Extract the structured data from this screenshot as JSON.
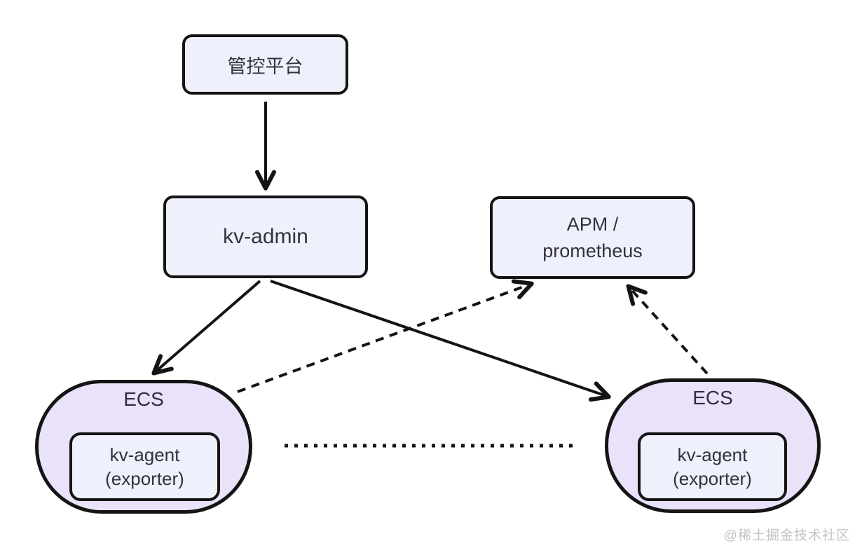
{
  "diagram": {
    "type": "architecture-flow",
    "nodes": {
      "mgmt": {
        "label": "管控平台"
      },
      "kv_admin": {
        "label": "kv-admin"
      },
      "apm": {
        "label_line1": "APM /",
        "label_line2": "prometheus"
      },
      "ecs_left": {
        "label": "ECS",
        "agent_line1": "kv-agent",
        "agent_line2": "(exporter)"
      },
      "ecs_right": {
        "label": "ECS",
        "agent_line1": "kv-agent",
        "agent_line2": "(exporter)"
      }
    },
    "edges": [
      {
        "from": "管控平台",
        "to": "kv-admin",
        "style": "solid",
        "arrowhead": "end"
      },
      {
        "from": "kv-admin",
        "to": "ECS (left)",
        "style": "solid",
        "arrowhead": "end"
      },
      {
        "from": "kv-admin",
        "to": "ECS (right)",
        "style": "solid",
        "arrowhead": "end"
      },
      {
        "from": "ECS (left)",
        "to": "APM / prometheus",
        "style": "dashed",
        "arrowhead": "end"
      },
      {
        "from": "ECS (right)",
        "to": "APM / prometheus",
        "style": "dashed",
        "arrowhead": "end"
      },
      {
        "from": "ECS (left)",
        "to": "ECS (right)",
        "style": "dotted",
        "arrowhead": "none",
        "meaning": "more ECS instances (ellipsis)"
      }
    ],
    "colors": {
      "node_fill": "#eef0fc",
      "ecs_fill": "#e9e2f8",
      "border": "#141414",
      "text": "#33323e",
      "background": "#ffffff",
      "watermark": "#c3c3c3"
    }
  },
  "watermark": {
    "text": "@稀土掘金技术社区"
  }
}
